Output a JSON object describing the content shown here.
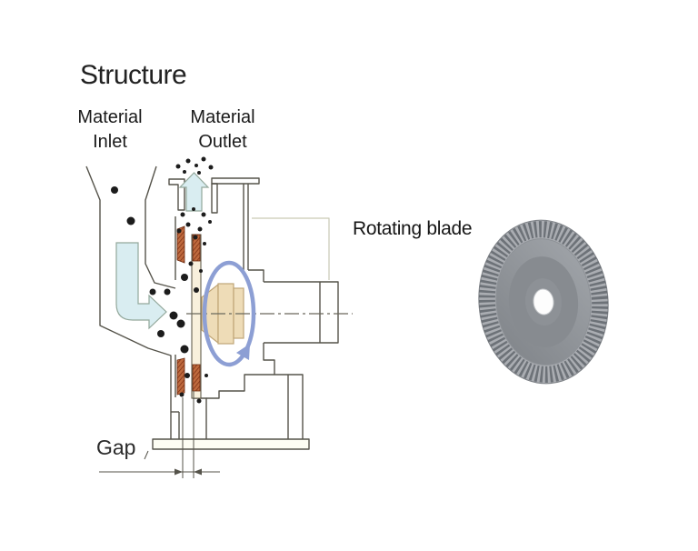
{
  "slide": {
    "title": "Structure",
    "labels": {
      "inlet_line1": "Material",
      "inlet_line2": "Inlet",
      "outlet_line1": "Material",
      "outlet_line2": "Outlet",
      "rotating_blade": "Rotating blade",
      "gap": "Gap"
    },
    "colors": {
      "flow_arrow_fill": "#d9edf1",
      "flow_arrow_stroke": "#93a89b",
      "rotation_arrow": "#8d9fd4",
      "blade_pad": "#bf6a3e",
      "blade_pad_hatch": "#7c2f14",
      "hub_fill": "#eedcb7",
      "disc_plate_fill": "#f8f0dc",
      "body_outline": "#55534a",
      "particle": "#1c1c1c",
      "blade_photo_gray": "#8a8e93"
    }
  }
}
